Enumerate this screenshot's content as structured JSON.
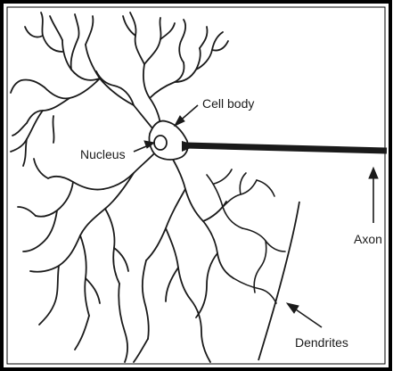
{
  "figure": {
    "labels": {
      "cell_body": "Cell body",
      "nucleus": "Nucleus",
      "axon": "Axon",
      "dendrites": "Dendrites"
    }
  },
  "colors": {
    "ink": "#1a1a1a",
    "background": "#ffffff",
    "frame": "#000000"
  }
}
